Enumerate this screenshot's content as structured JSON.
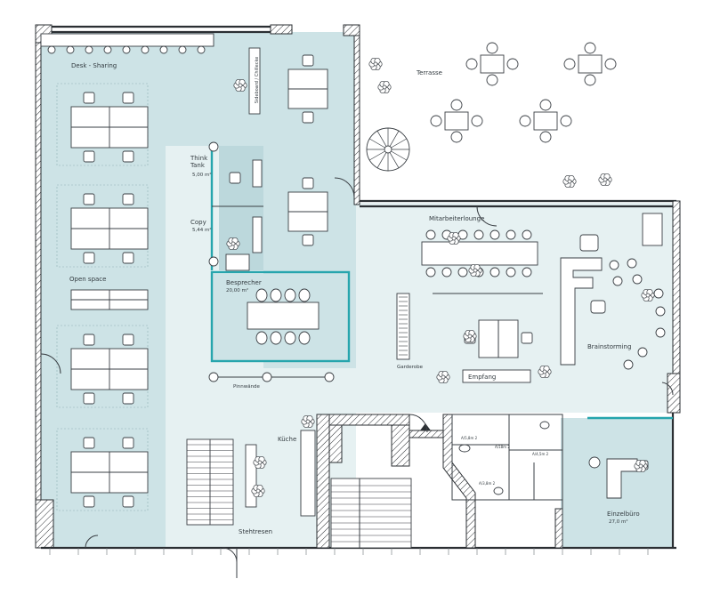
{
  "rooms": {
    "desk_sharing": "Desk - Sharing",
    "terrasse": "Terrasse",
    "think_tank": "Think\nTank",
    "think_tank_area": "5,00 m²",
    "copy": "Copy",
    "copy_area": "5,44 m²",
    "besprecher": "Besprecher",
    "besprecher_area": "20,00 m²",
    "open_space": "Open space",
    "mitarbeiterlounge": "Mitarbeiterlounge",
    "brainstorming": "Brainstorming",
    "garderobe": "Garderobe",
    "empfang": "Empfang",
    "pinnwande": "Pinnwände",
    "kuche": "Küche",
    "stehtresen": "Stehtresen",
    "einzelburo": "Einzelbüro",
    "einzelburo_area": "27,0 m²",
    "sideboard": "Sideboard / Chillecke",
    "wc_1": "A/5,8m 2",
    "wc_2": "A/18m 2",
    "wc_3": "A/3,8m 2",
    "wc_4": "A/4,5m 2"
  },
  "colors": {
    "zone": "#cde3e6",
    "zone_light": "#e6f1f2",
    "glass": "#26a5ad",
    "wall": "#2b2f33"
  }
}
